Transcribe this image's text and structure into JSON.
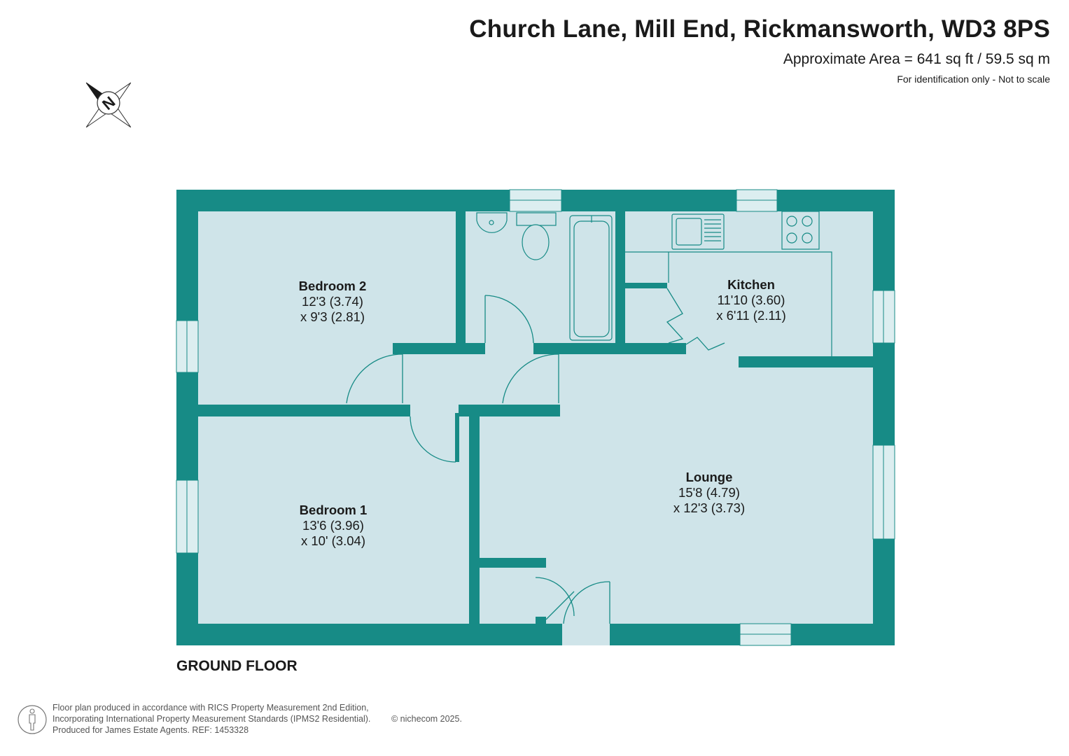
{
  "header": {
    "address": "Church Lane, Mill End, Rickmansworth, WD3 8PS",
    "area": "Approximate Area = 641 sq ft / 59.5 sq m",
    "note": "For identification only - Not to scale"
  },
  "compass": {
    "letter": "N"
  },
  "floor": {
    "label": "GROUND FLOOR"
  },
  "rooms": {
    "bedroom2": {
      "name": "Bedroom 2",
      "dim1": "12'3 (3.74)",
      "dim2": "x 9'3 (2.81)"
    },
    "kitchen": {
      "name": "Kitchen",
      "dim1": "11'10 (3.60)",
      "dim2": "x 6'11 (2.11)"
    },
    "lounge": {
      "name": "Lounge",
      "dim1": "15'8 (4.79)",
      "dim2": "x 12'3 (3.73)"
    },
    "bedroom1": {
      "name": "Bedroom 1",
      "dim1": "13'6 (3.96)",
      "dim2": "x 10' (3.04)"
    }
  },
  "footer": {
    "line1": "Floor plan produced in accordance with RICS Property Measurement 2nd Edition,",
    "line2": "Incorporating International Property Measurement Standards (IPMS2 Residential).",
    "line3": "Produced for James Estate Agents.   REF: 1453328",
    "copyright": "© nichecom 2025."
  },
  "colors": {
    "wall": "#178b86",
    "floor": "#cfe4e9",
    "window": "#dceef0"
  }
}
